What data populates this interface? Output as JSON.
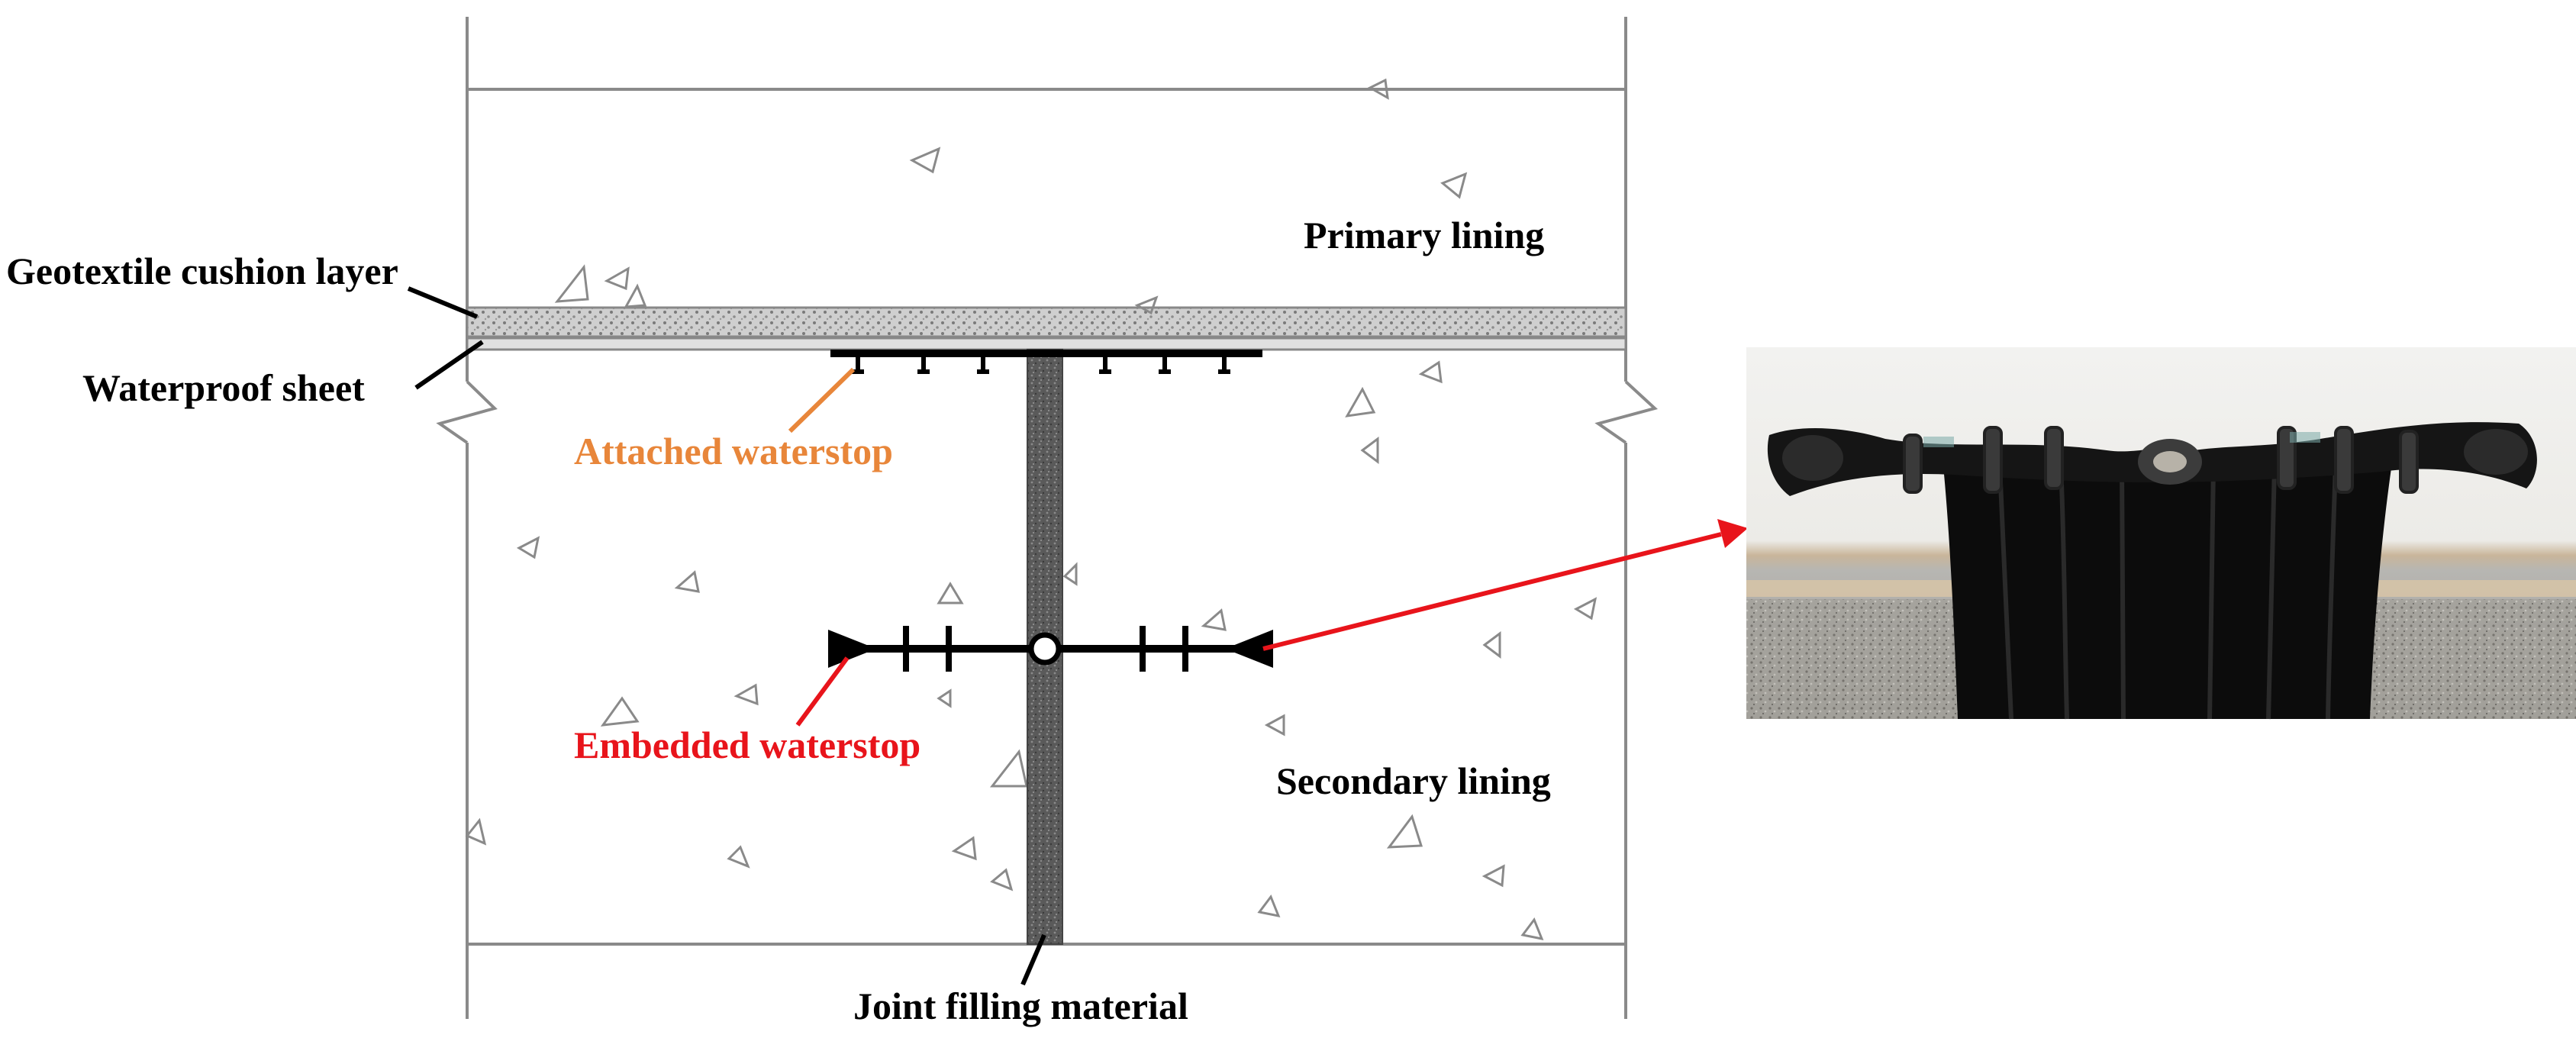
{
  "labels": {
    "geotextile": "Geotextile cushion layer",
    "waterproof_sheet": "Waterproof sheet",
    "primary_lining": "Primary lining",
    "attached_waterstop": "Attached waterstop",
    "embedded_waterstop": "Embedded waterstop",
    "secondary_lining": "Secondary lining",
    "joint_filling": "Joint filling material"
  },
  "colors": {
    "line": "#8a8a8a",
    "text": "#000000",
    "attached": "#e8863a",
    "embedded": "#e8141b",
    "arrow": "#e8141b",
    "joint_fill": "#555555"
  },
  "photo": {
    "description_icon": "rubber-waterstop-photo"
  }
}
